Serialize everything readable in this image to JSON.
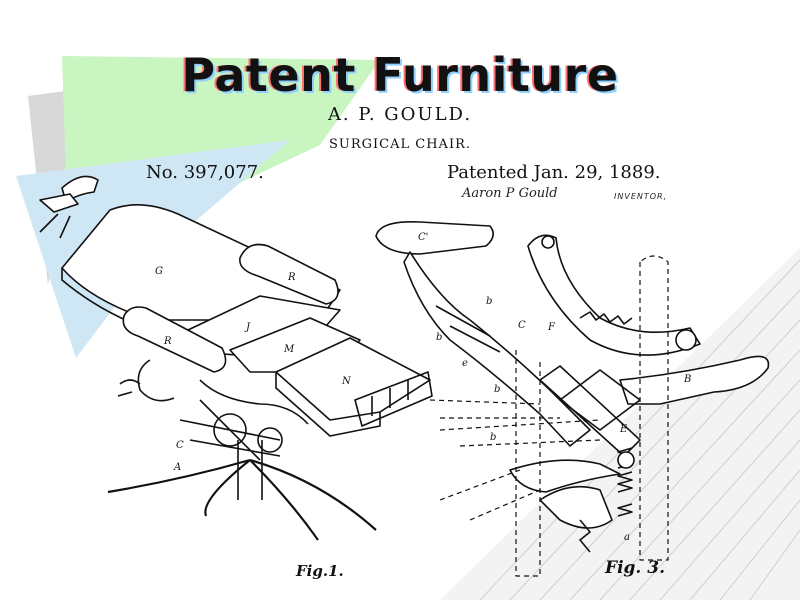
{
  "title": "Patent Furniture",
  "patent": {
    "inventor": "A. P. GOULD.",
    "subject": "SURGICAL CHAIR.",
    "number": "No. 397,077.",
    "date": "Patented Jan. 29, 1889.",
    "signature": "Aaron P Gould",
    "role": "INVENTOR,"
  },
  "figures": {
    "fig1": "Fig.1.",
    "fig3": "Fig. 3."
  },
  "colors": {
    "green_band": "#c9f5c0",
    "blue_band": "#cfe6f5",
    "grey_band": "#d8d8d8",
    "ink": "#111111"
  }
}
